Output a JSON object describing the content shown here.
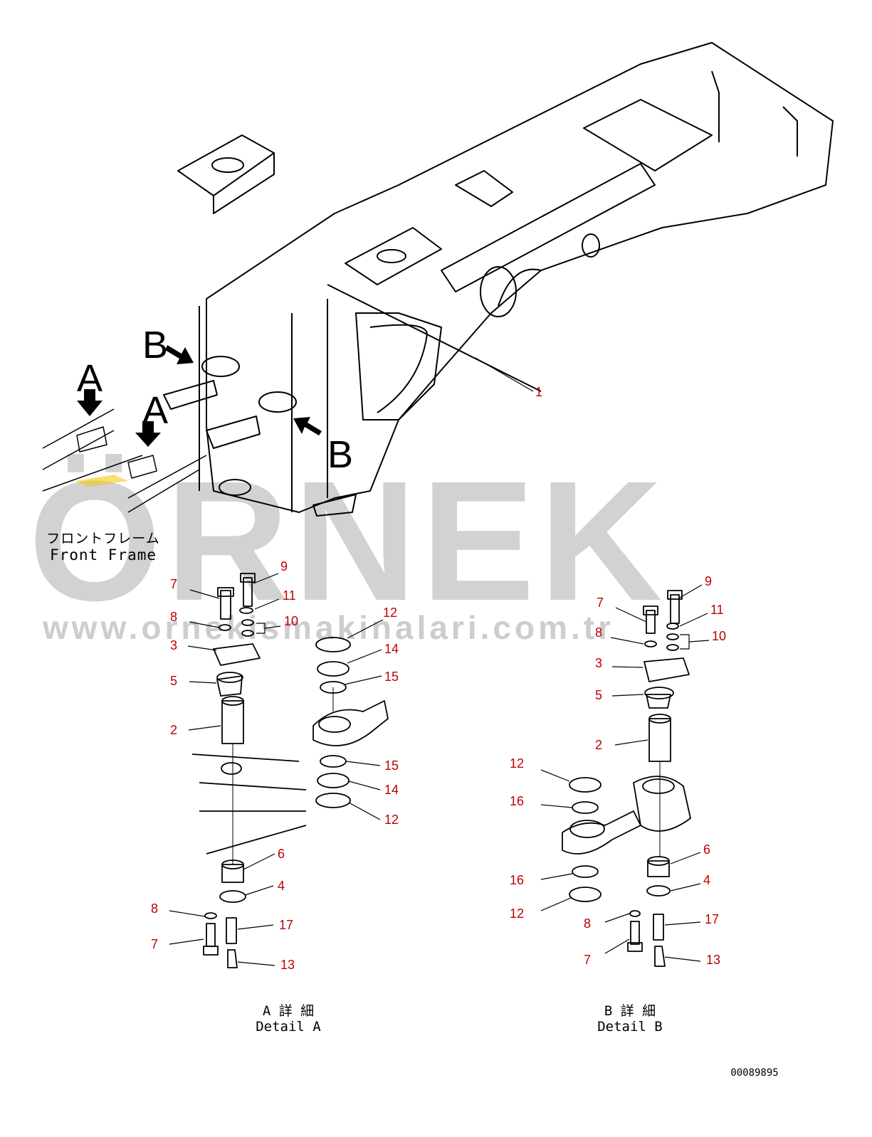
{
  "watermark": {
    "brand": "ÖRNEK",
    "site": "www.ornekismakinalari.com.tr"
  },
  "diagram_id": "00089895",
  "front_frame": {
    "jp": "フロントフレーム",
    "en": "Front Frame"
  },
  "detail_a": {
    "jp": "A 詳 細",
    "en": "Detail A"
  },
  "detail_b": {
    "jp": "B 詳 細",
    "en": "Detail B"
  },
  "view_markers": {
    "a": "A",
    "b": "B"
  },
  "callouts": {
    "main_1": "1",
    "a": [
      "7",
      "9",
      "11",
      "8",
      "10",
      "3",
      "12",
      "14",
      "5",
      "15",
      "2",
      "15",
      "14",
      "12",
      "6",
      "4",
      "8",
      "17",
      "7",
      "13"
    ],
    "b": [
      "9",
      "7",
      "11",
      "8",
      "10",
      "3",
      "5",
      "2",
      "12",
      "16",
      "6",
      "16",
      "4",
      "12",
      "17",
      "8",
      "7",
      "13"
    ]
  },
  "colors": {
    "callout": "#c00000",
    "line": "#000000",
    "watermark": "#cfcfcf",
    "accent": "#f3c200"
  }
}
